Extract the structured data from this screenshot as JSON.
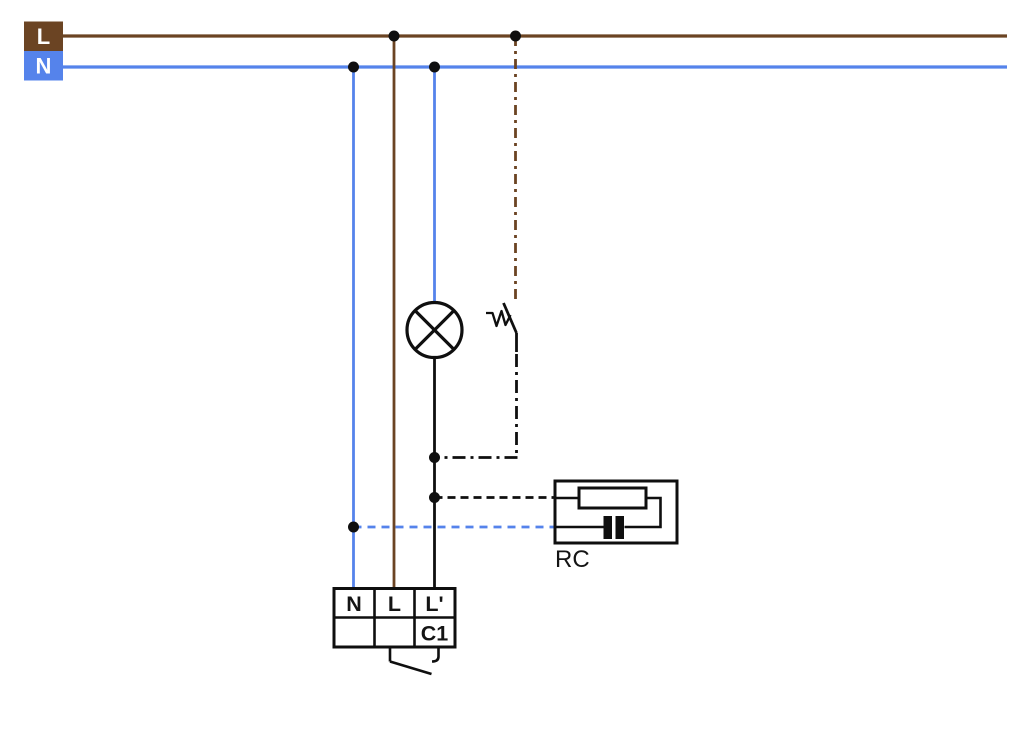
{
  "colors": {
    "wire_brown": "#6b4423",
    "wire_blue": "#5583eb",
    "wire_black": "#0f0f0f",
    "bus_label_text": "#ffffff",
    "background": "#ffffff"
  },
  "power_bus": {
    "live_label": "L",
    "neutral_label": "N"
  },
  "rc_module": {
    "label": "RC"
  },
  "terminal_block": {
    "neutral": "N",
    "live": "L",
    "switched_live": "L'",
    "channel": "C1"
  }
}
